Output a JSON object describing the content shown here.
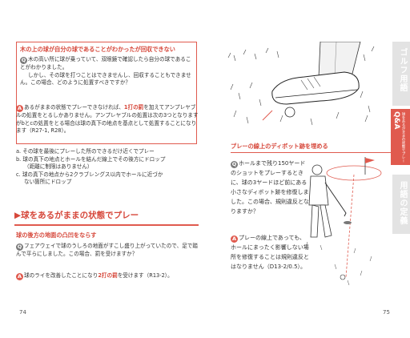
{
  "left": {
    "box_title": "木の上の球が自分の球であることがわかったが回収できない",
    "box_q": "木の高い所に球が乗っていて、双眼鏡で確認したら自分の球であることがわかりました。",
    "box_q2": "しかし、その球を打つことはできませんし、回収することもできません。この場合、どのように処置すべきですか？",
    "box_a1": "あるがままの状態でプレーできなければ、",
    "box_a1_bold": "1打の罰",
    "box_a1b": "を加えてアンプレヤブルの処置をとるしかありません。アンプレヤブルの処置は次の3つとなりますがbとcの処置をとる場合は球の真下の地点を基点として処置することになります（R27-1, R28）。",
    "list_a": "a. その球を最後にプレーした所のできるだけ近くでプレー",
    "list_b1": "b. 球の真下の地点とホールを結んだ線上でその後方にドロップ",
    "list_b2": "（距離に制限はありません）",
    "list_c1": "c. 球の真下の地点から2クラブレングス以内でホールに近づか",
    "list_c2": "ない箇所にドロップ",
    "section_marker": "▶",
    "section_title": "球をあるがままの状態でプレー",
    "sub_title": "球の後方の地面の凸凹をならす",
    "q2_line1": "フェアウェイで球のうしろの地面がすこし盛り上がっていたので、足で踏んで平らにしました。この場合、罰を受けますか？",
    "a2_text": "球のライを改善したことになり",
    "a2_bold": "2打の罰",
    "a2_text2": "を受けます（R13-2）。",
    "page_number": "74"
  },
  "right": {
    "sub_title": "プレーの線上のディボット跡を埋める",
    "q_text": "ホールまで残り150ヤードのショットをプレーするときに、球の3ヤードほど前にある小さなディボット跡を修復しました。この場合、規則違反となりますか？",
    "a_text": "プレーの線上であっても、ホールにまったく影響しない場所を修復することは規則違反とはなりません（D13-2/0.5）。",
    "page_number": "75",
    "tab_top": "ゴルフ用語",
    "tab_qa": "Q&A",
    "tab_qa_sub": "球をあるがままの状態でプレー",
    "tab_bottom": "用語の定義"
  },
  "q_label": "Q",
  "a_label": "A",
  "colors": {
    "accent": "#e05a4e",
    "tab_gray": "#e3e3e3"
  }
}
